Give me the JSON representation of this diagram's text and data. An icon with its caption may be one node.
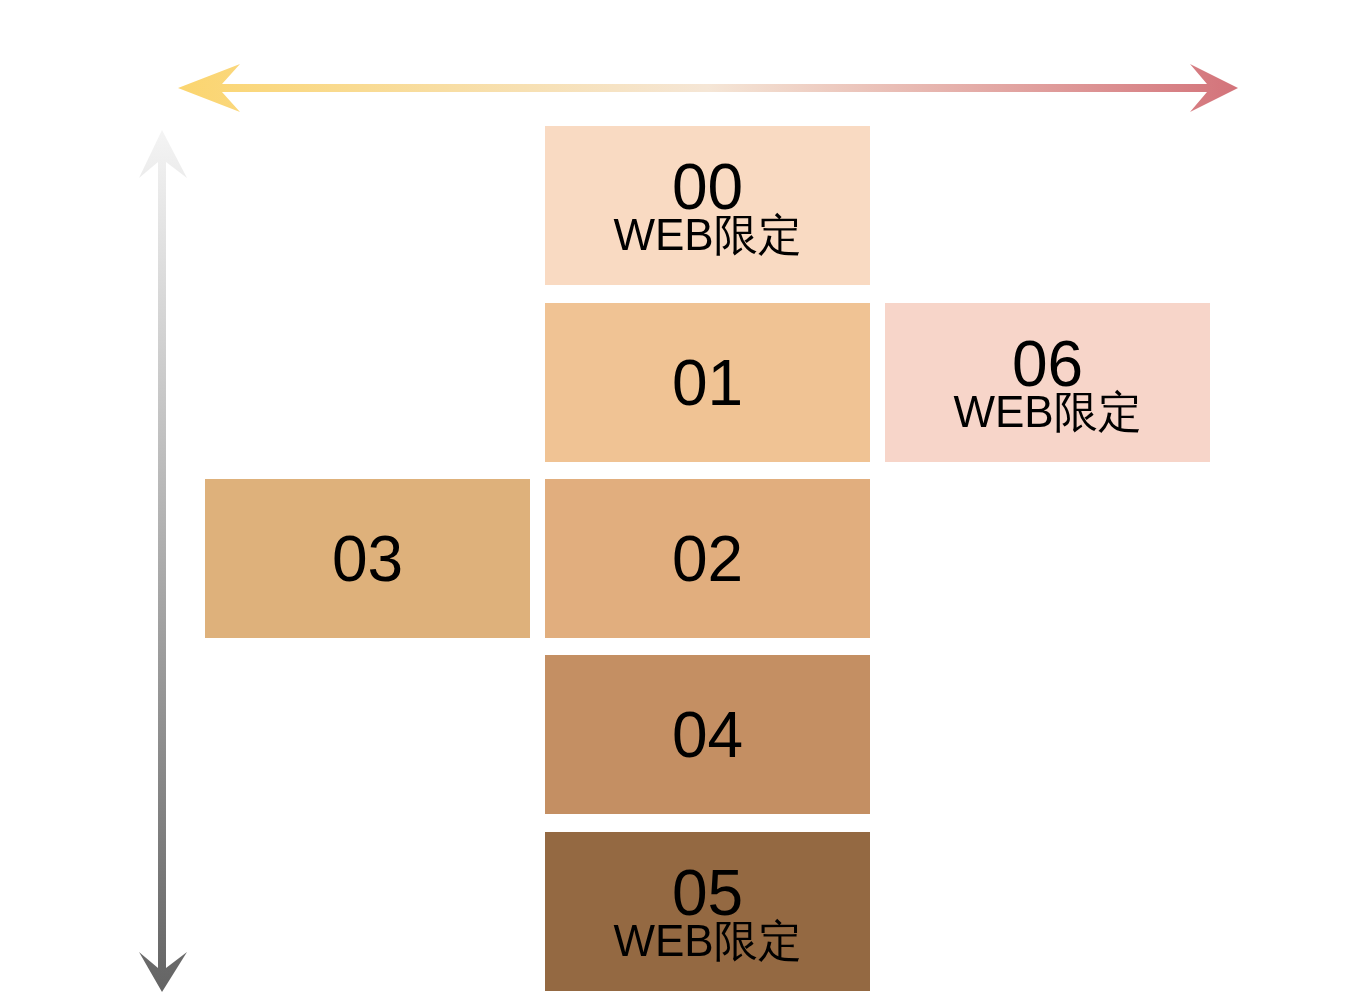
{
  "diagram": {
    "nodes": [
      {
        "text": [
          "00",
          "WEB限定"
        ]
      },
      {
        "text": [
          "01"
        ]
      },
      {
        "text": [
          "06",
          "WEB限定"
        ]
      },
      {
        "text": [
          "03"
        ]
      },
      {
        "text": [
          "02"
        ]
      },
      {
        "text": [
          "04"
        ]
      },
      {
        "text": [
          "05",
          "WEB限定"
        ]
      }
    ]
  }
}
